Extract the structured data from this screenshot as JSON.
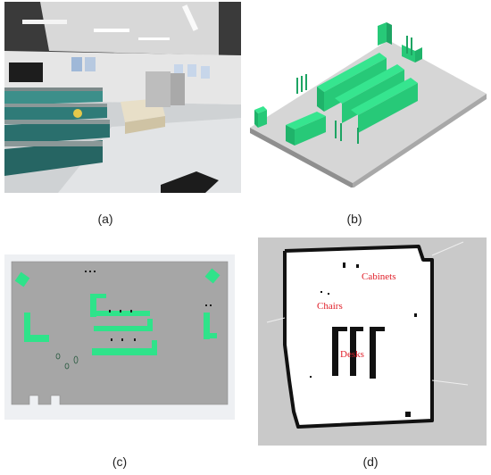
{
  "panels": [
    {
      "id": "a",
      "caption": "(a)"
    },
    {
      "id": "b",
      "caption": "(b)"
    },
    {
      "id": "c",
      "caption": "(c)"
    },
    {
      "id": "d",
      "caption": "(d)"
    }
  ],
  "map_labels": {
    "cabinets": "Cabinets",
    "chairs": "Chairs",
    "desks": "Desks"
  },
  "colors": {
    "furniture_green": "#2fe38a",
    "floor_gray": "#a6a6a6",
    "map_white": "#ffffff",
    "map_bg": "#c9c9c9",
    "label_red": "#e0202a"
  }
}
